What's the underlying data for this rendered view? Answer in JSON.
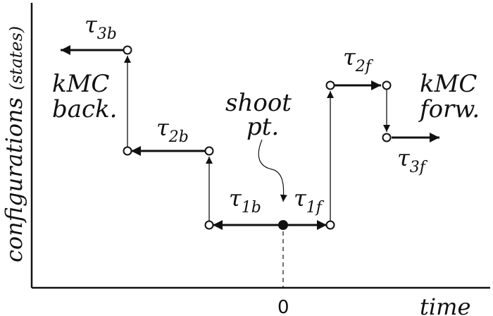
{
  "axes": {
    "y_title": "configurations",
    "y_title_paren": "(states)",
    "x_title": "time",
    "x_origin_label": "0"
  },
  "annotations": {
    "kmc_back_line1": "kMC",
    "kmc_back_line2": "back.",
    "kmc_forw_line1": "kMC",
    "kmc_forw_line2": "forw.",
    "shoot_line1": "shoot",
    "shoot_line2": "pt."
  },
  "taus": {
    "t3b": {
      "symbol": "τ",
      "sub": "3b"
    },
    "t2b": {
      "symbol": "τ",
      "sub": "2b"
    },
    "t1b": {
      "symbol": "τ",
      "sub": "1b"
    },
    "t1f": {
      "symbol": "τ",
      "sub": "1f"
    },
    "t2f": {
      "symbol": "τ",
      "sub": "2f"
    },
    "t3f": {
      "symbol": "τ",
      "sub": "3f"
    }
  },
  "colors": {
    "ink": "#111111",
    "background": "#ffffff"
  }
}
